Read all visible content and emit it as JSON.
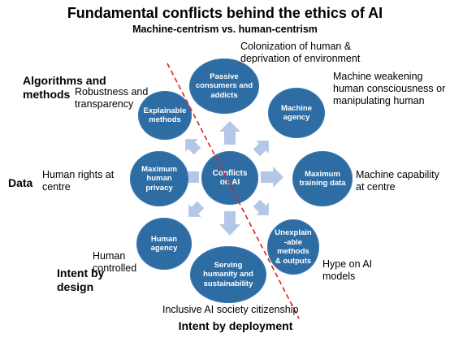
{
  "header": {
    "title": "Fundamental conflicts behind the ethics of AI",
    "subtitle": "Machine-centrism vs. human-centrism"
  },
  "nodes": {
    "center": "Conflicts on AI",
    "passive_consumers": "Passive consumers and addicts",
    "explainable_methods": "Explainable methods",
    "machine_agency": "Machine agency",
    "maximum_human_privacy": "Maximum human privacy",
    "maximum_training_data": "Maximum training data",
    "human_agency": "Human agency",
    "unexplainable_methods": "Unexplain -able methods & outputs",
    "serving_humanity": "Serving humanity and sustainability"
  },
  "annotations": {
    "colonization": "Colonization of human & deprivation of environment",
    "machine_weakening": "Machine weakening human consciousness or manipulating human",
    "robustness": "Robustness and transparency",
    "human_rights": "Human rights at centre",
    "machine_capability": "Machine capability at centre",
    "human_controlled": "Human controlled",
    "hype": "Hype on AI models",
    "inclusive": "Inclusive AI society citizenship"
  },
  "categories": {
    "algorithms": "Algorithms and methods",
    "data": "Data",
    "intent_design": "Intent by design",
    "intent_deployment": "Intent by deployment"
  },
  "colors": {
    "node_fill": "#2e6da4",
    "arrow_fill": "#b4c7e7",
    "divider": "#e02020"
  }
}
